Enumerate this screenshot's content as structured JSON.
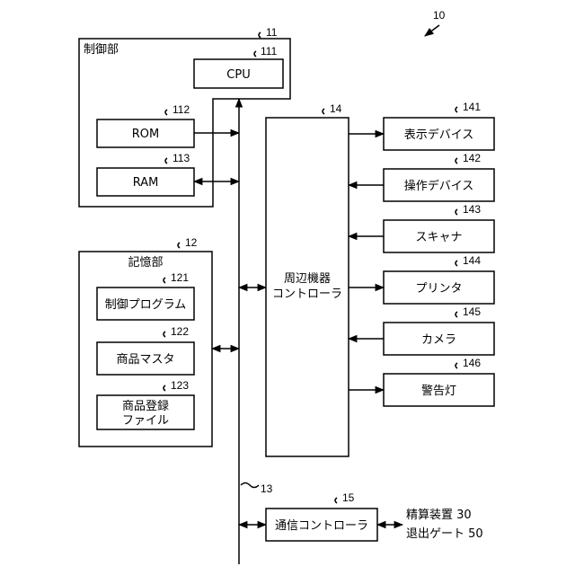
{
  "system_ref": "10",
  "control_unit": {
    "ref": "11",
    "label": "制御部",
    "cpu": {
      "ref": "111",
      "label": "CPU"
    },
    "rom": {
      "ref": "112",
      "label": "ROM"
    },
    "ram": {
      "ref": "113",
      "label": "RAM"
    }
  },
  "storage_unit": {
    "ref": "12",
    "label": "記憶部",
    "control_program": {
      "ref": "121",
      "label": "制御プログラム"
    },
    "product_master": {
      "ref": "122",
      "label": "商品マスタ"
    },
    "product_registration_file": {
      "ref": "123",
      "line1": "商品登録",
      "line2": "ファイル"
    }
  },
  "bus": {
    "ref": "13"
  },
  "peripheral_controller": {
    "ref": "14",
    "line1": "周辺機器",
    "line2": "コントローラ"
  },
  "devices": [
    {
      "ref": "141",
      "label": "表示デバイス"
    },
    {
      "ref": "142",
      "label": "操作デバイス"
    },
    {
      "ref": "143",
      "label": "スキャナ"
    },
    {
      "ref": "144",
      "label": "プリンタ"
    },
    {
      "ref": "145",
      "label": "カメラ"
    },
    {
      "ref": "146",
      "label": "警告灯"
    }
  ],
  "comm_controller": {
    "ref": "15",
    "label": "通信コントローラ"
  },
  "external": [
    {
      "label": "精算装置 30"
    },
    {
      "label": "退出ゲート 50"
    }
  ]
}
